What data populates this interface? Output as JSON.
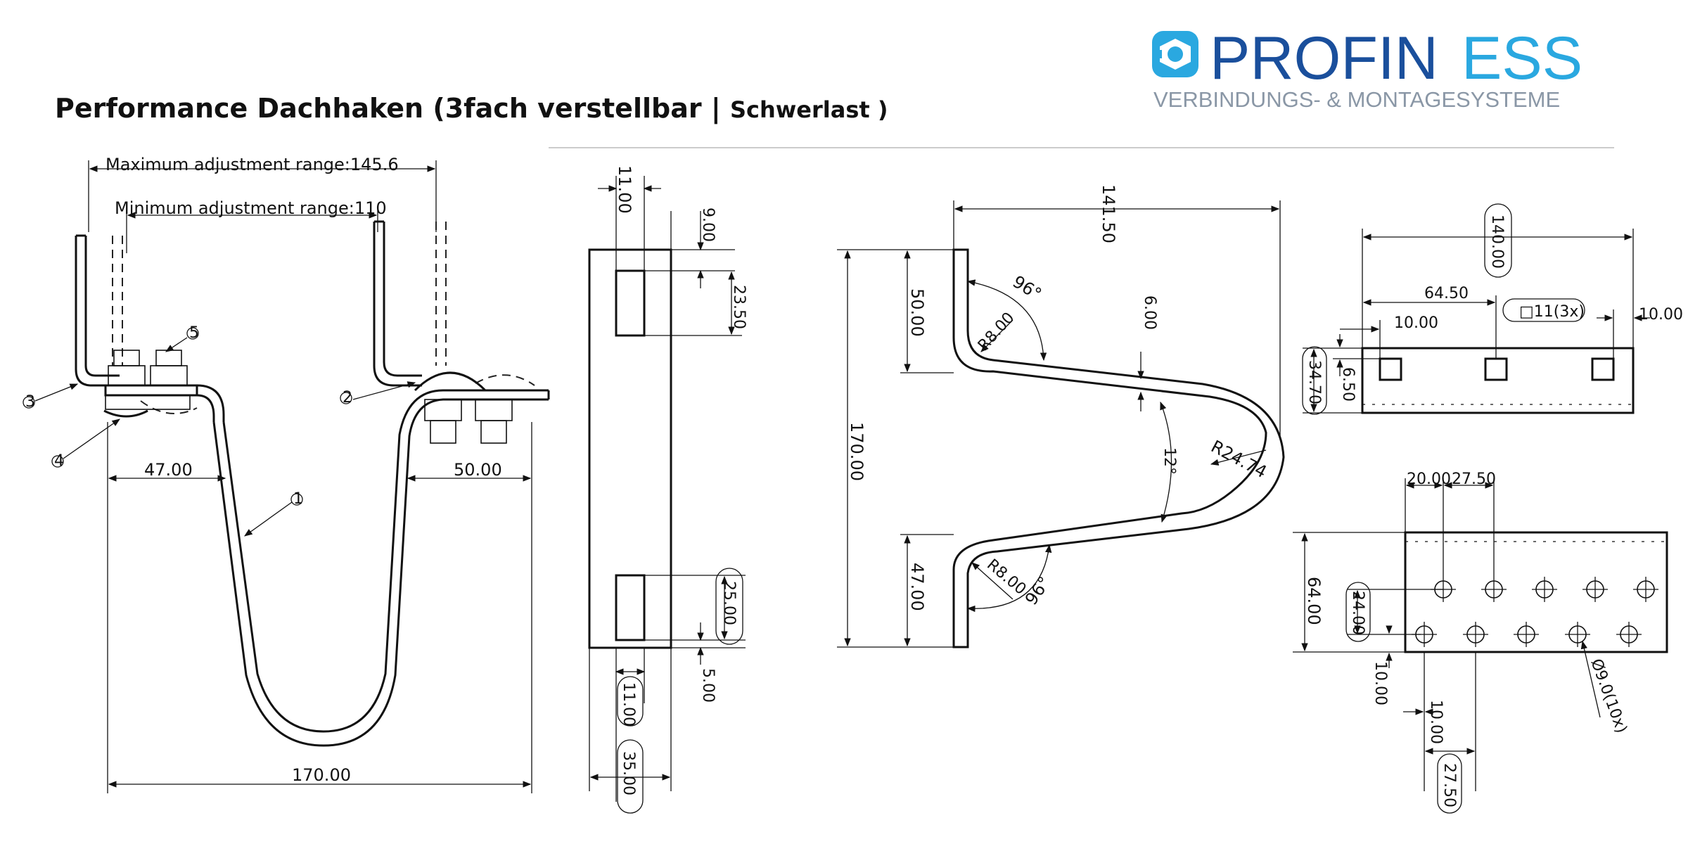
{
  "header": {
    "title_main": "Performance Dachhaken (3fach verstellbar | ",
    "title_small": "Schwerlast )",
    "logo_word_1": "PROFIN",
    "logo_word_2": "ESS",
    "logo_tagline": "VERBINDUNGS- & MONTAGESYSTEME",
    "colors": {
      "dark_blue": "#1a4f9c",
      "light_blue": "#2aa8e0",
      "grey": "#8a97a6"
    }
  },
  "view1": {
    "max_range": "Maximum adjustment range:145.6",
    "min_range": "Minimum adjustment range:110",
    "left_offset": "47.00",
    "right_offset": "50.00",
    "total_width": "170.00",
    "callouts": [
      "1",
      "2",
      "3",
      "4",
      "5"
    ]
  },
  "view2": {
    "d11_top": "11.00",
    "d9": "9.00",
    "d23_5": "23.50",
    "d25": "25.00",
    "d5": "5.00",
    "d11_bottom": "11.00",
    "d35": "35.00"
  },
  "view3": {
    "d141_5": "141.50",
    "d170": "170.00",
    "d50": "50.00",
    "d47": "47.00",
    "a96_top": "96°",
    "r8_top": "R8.00",
    "d6": "6.00",
    "a12": "12°",
    "r24_74": "R24.74",
    "r8_bottom": "R8.00",
    "a96_bottom": "96°"
  },
  "view4": {
    "d140": "140.00",
    "d64_5": "64.50",
    "slot_label": "□11(3x)",
    "d10_left": "10.00",
    "d10_right": "10.00",
    "d34_7": "34.70",
    "d6_5": "6.50"
  },
  "view5": {
    "d20": "20.00",
    "d27_5_top": "27.50",
    "d64": "64.00",
    "d24": "24.00",
    "d10_a": "10.00",
    "d10_b": "10.00",
    "d27_5_bottom": "27.50",
    "hole_label": "Ø9.0(10x)"
  }
}
